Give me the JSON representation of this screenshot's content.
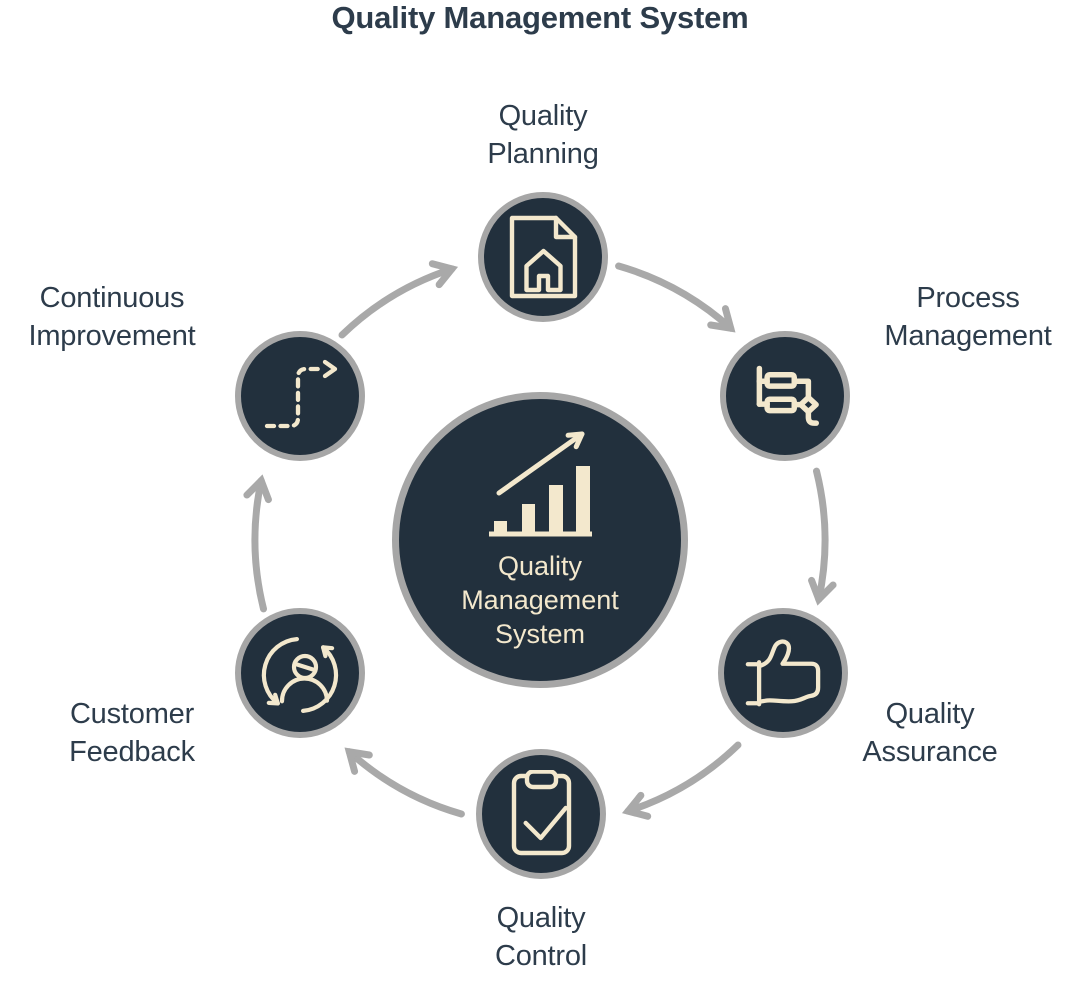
{
  "title": "Quality Management System",
  "colors": {
    "background": "#ffffff",
    "node_fill": "#22303d",
    "ring_gray": "#a6a6a6",
    "arrow_gray": "#a9a9a9",
    "icon_cream": "#f3e8cd",
    "text_dark": "#2d3c4b"
  },
  "center": {
    "line1": "Quality",
    "line2": "Management",
    "line3": "System",
    "icon": "growth-bar-chart-icon"
  },
  "nodes": [
    {
      "id": "quality-planning",
      "line1": "Quality",
      "line2": "Planning",
      "icon": "document-house-icon",
      "position": "top"
    },
    {
      "id": "process-management",
      "line1": "Process",
      "line2": "Management",
      "icon": "flowchart-icon",
      "position": "top-right"
    },
    {
      "id": "quality-assurance",
      "line1": "Quality",
      "line2": "Assurance",
      "icon": "thumbs-up-icon",
      "position": "bottom-right"
    },
    {
      "id": "quality-control",
      "line1": "Quality",
      "line2": "Control",
      "icon": "clipboard-check-icon",
      "position": "bottom"
    },
    {
      "id": "customer-feedback",
      "line1": "Customer",
      "line2": "Feedback",
      "icon": "user-refresh-icon",
      "position": "bottom-left"
    },
    {
      "id": "continuous-improvement",
      "line1": "Continuous",
      "line2": "Improvement",
      "icon": "dashed-path-arrow-icon",
      "position": "top-left"
    }
  ],
  "cycle": {
    "direction": "clockwise",
    "arrows": [
      {
        "from": "quality-planning",
        "to": "process-management"
      },
      {
        "from": "process-management",
        "to": "quality-assurance"
      },
      {
        "from": "quality-assurance",
        "to": "quality-control"
      },
      {
        "from": "quality-control",
        "to": "customer-feedback"
      },
      {
        "from": "customer-feedback",
        "to": "continuous-improvement"
      },
      {
        "from": "continuous-improvement",
        "to": "quality-planning"
      }
    ]
  }
}
